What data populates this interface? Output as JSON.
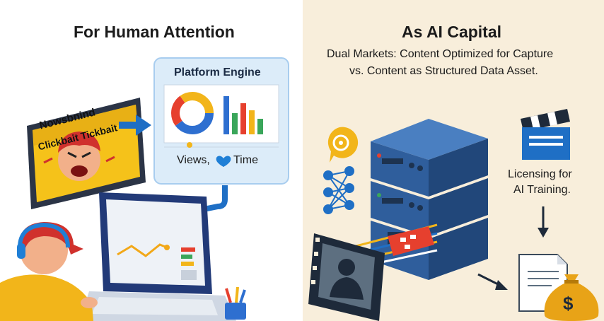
{
  "left_panel": {
    "title": "For Human Attention",
    "clickbait_screen": {
      "line1": "Nowsbnind",
      "line2": "Clickbait Tickbait"
    },
    "platform_engine": {
      "title": "Platform Engine",
      "metrics_prefix": "Views,",
      "metrics_suffix": "Time"
    }
  },
  "right_panel": {
    "title": "As AI Capital",
    "subtitle_line1": "Dual Markets: Content Optimized for Capture",
    "subtitle_line2": "vs. Content as Structured Data Asset.",
    "licensing_line1": "Licensing for",
    "licensing_line2": "AI Training.",
    "money_symbol": "$"
  },
  "colors": {
    "right_bg": "#f8eedb",
    "engine_panel": "#dcecf9",
    "accent_blue": "#1f6fc5",
    "server_blue": "#2f5e9c",
    "clickbait_yellow": "#f5c21a",
    "money_gold": "#e8a317"
  }
}
